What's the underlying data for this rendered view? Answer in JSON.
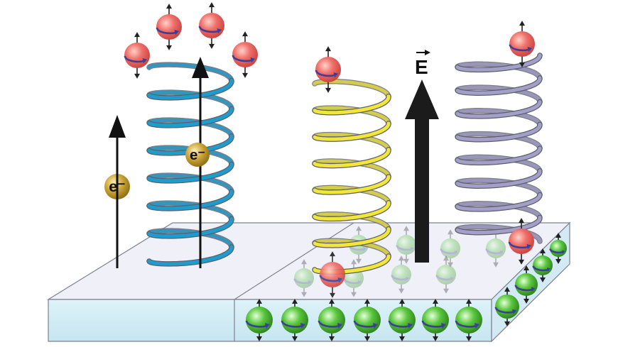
{
  "labels": {
    "electron_free": "e⁻",
    "electron_helix": "e⁻",
    "field": "E"
  },
  "helices": [
    {
      "name": "blue-helix",
      "color": "#1e9ccd",
      "turns": 7
    },
    {
      "name": "yellow-helix",
      "color": "#f2e63a",
      "turns": 7
    },
    {
      "name": "purple-helix",
      "color": "#a59ec9",
      "turns": 8
    }
  ],
  "colors": {
    "spin_red": "#ef6f6a",
    "spin_green": "#56c23a",
    "electron_gold": "#c9a233",
    "arrow_black": "#1b1b1b",
    "slab_top": "#eef0f8",
    "slab_front": "#d6edf6"
  },
  "icons": {
    "spin": "spin-ball-icon",
    "rotation": "rotation-arrow-icon",
    "electron": "electron-ball-icon",
    "field_arrow": "field-arrow-icon"
  }
}
